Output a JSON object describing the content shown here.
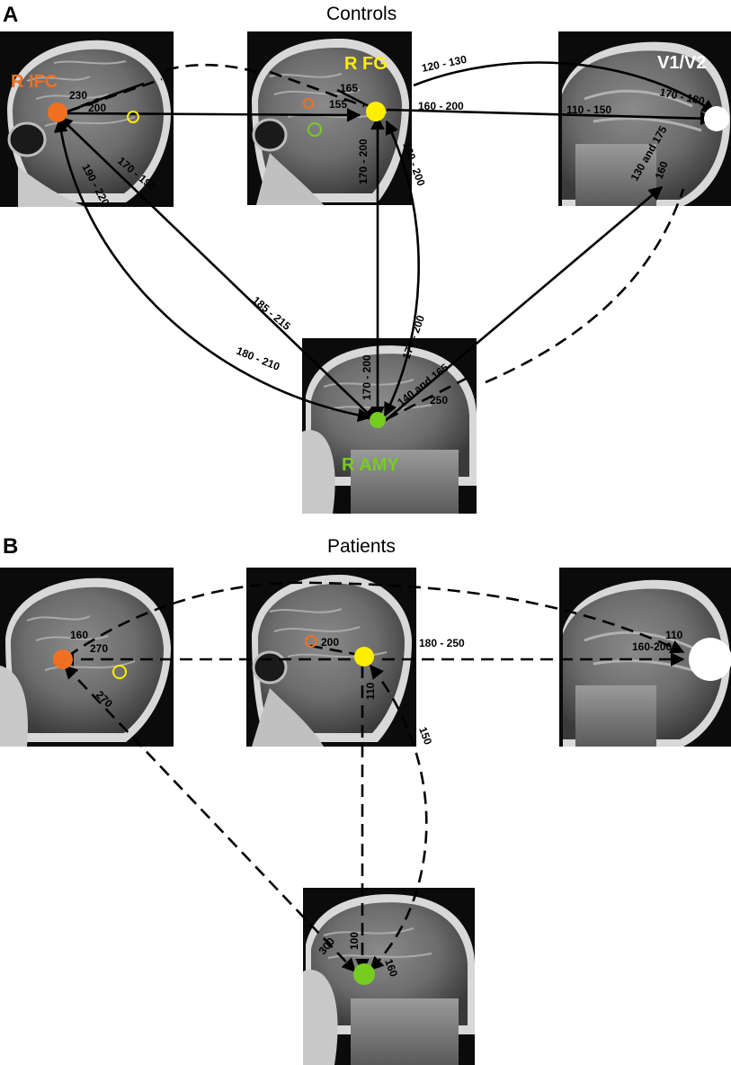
{
  "panels": {
    "A": {
      "letter": "A",
      "title": "Controls"
    },
    "B": {
      "letter": "B",
      "title": "Patients"
    }
  },
  "regions": {
    "rifc": {
      "label": "R IFC",
      "color": "#f07020"
    },
    "rfg": {
      "label": "R FG",
      "color": "#ffee00"
    },
    "v1v2": {
      "label": "V1/V2",
      "color": "#ffffff"
    },
    "ramy": {
      "label": "R AMY",
      "color": "#77cc22"
    }
  },
  "controls_labels": {
    "l230": "230",
    "l200": "200",
    "l165": "165",
    "l155": "155",
    "l120_130": "120 - 130",
    "l170_180": "170 - 180",
    "l110_150": "110 - 150",
    "l160_200": "160 - 200",
    "l170_200_fg": "170 - 200",
    "l160_200_fg": "160 - 200",
    "l170_190": "170 - 190",
    "l190_220": "190 - 220",
    "l185_215": "185 - 215",
    "l180_210": "180 - 210",
    "l170_200_amy": "170 - 200",
    "l170_200_b": "170 - 200",
    "l140_165": "140 and 165",
    "l250": "250",
    "l130_175": "130 and 175",
    "l160_v": "160"
  },
  "patients_labels": {
    "p160": "160",
    "p270a": "270",
    "p270b": "270",
    "p200": "200",
    "p180_250": "180 - 250",
    "p110_v": "110",
    "p160_200": "160-200",
    "p110_fg": "110",
    "p150": "150",
    "p300": "300",
    "p100": "100",
    "p160_amy": "160"
  }
}
